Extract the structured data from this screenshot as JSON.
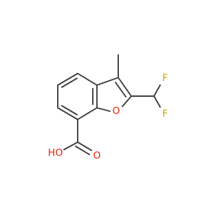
{
  "molecule": {
    "atoms": {
      "F1": "F",
      "F2": "F",
      "O_ring": "O",
      "O_hydroxyl": "O",
      "H_hydroxyl": "H",
      "O_carbonyl": "O"
    }
  },
  "colors": {
    "bond": "#3a3a3a",
    "fluorine": "#c9a800",
    "oxygen": "#e8220e"
  }
}
